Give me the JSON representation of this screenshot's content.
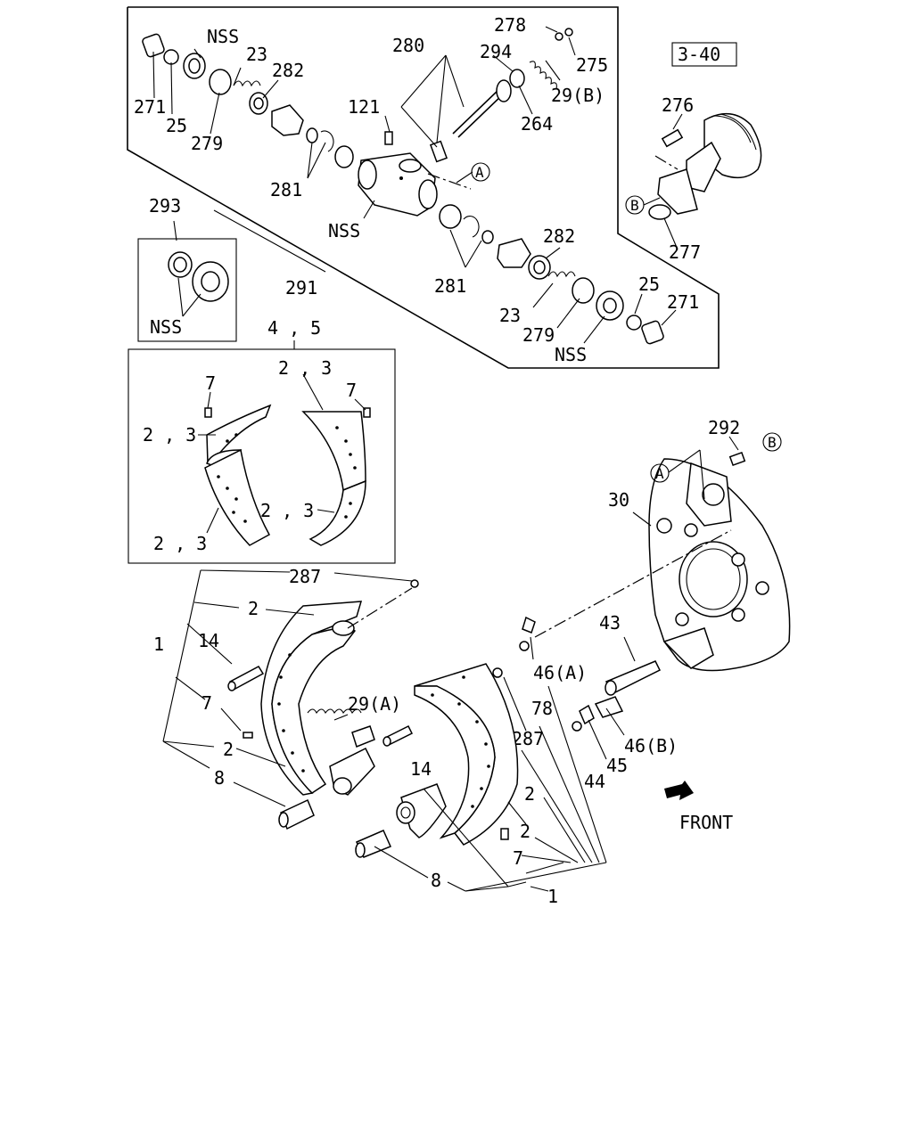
{
  "diagram": {
    "ref_box": "3-40",
    "front_label": "FRONT",
    "callout_a": "A",
    "callout_b": "B",
    "nss": "NSS",
    "labels": {
      "p278": "278",
      "p280": "280",
      "p294": "294",
      "p275": "275",
      "p29b": "29(B)",
      "p264": "264",
      "p121": "121",
      "p271a": "271",
      "p25a": "25",
      "p279a": "279",
      "p23a": "23",
      "p282a": "282",
      "p281a": "281",
      "p291": "291",
      "p293": "293",
      "p282b": "282",
      "p281b": "281",
      "p23b": "23",
      "p279b": "279",
      "p25b": "25",
      "p271b": "271",
      "p276": "276",
      "p277": "277",
      "p45": "4 , 5",
      "p23x1": "2 , 3",
      "p23x2": "2 , 3",
      "p23x3": "2 , 3",
      "p23x4": "2 , 3",
      "p7a": "7",
      "p7b": "7",
      "p292": "292",
      "p30": "30",
      "p287a": "287",
      "p2a": "2",
      "p1a": "1",
      "p14a": "14",
      "p7c": "7",
      "p2b": "2",
      "p8a": "8",
      "p29a": "29(A)",
      "p43": "43",
      "p46a": "46(A)",
      "p78": "78",
      "p287b": "287",
      "p46b": "46(B)",
      "p45b": "45",
      "p44": "44",
      "p14b": "14",
      "p2c": "2",
      "p2d": "2",
      "p7d": "7",
      "p8b": "8",
      "p1b": "1"
    }
  }
}
